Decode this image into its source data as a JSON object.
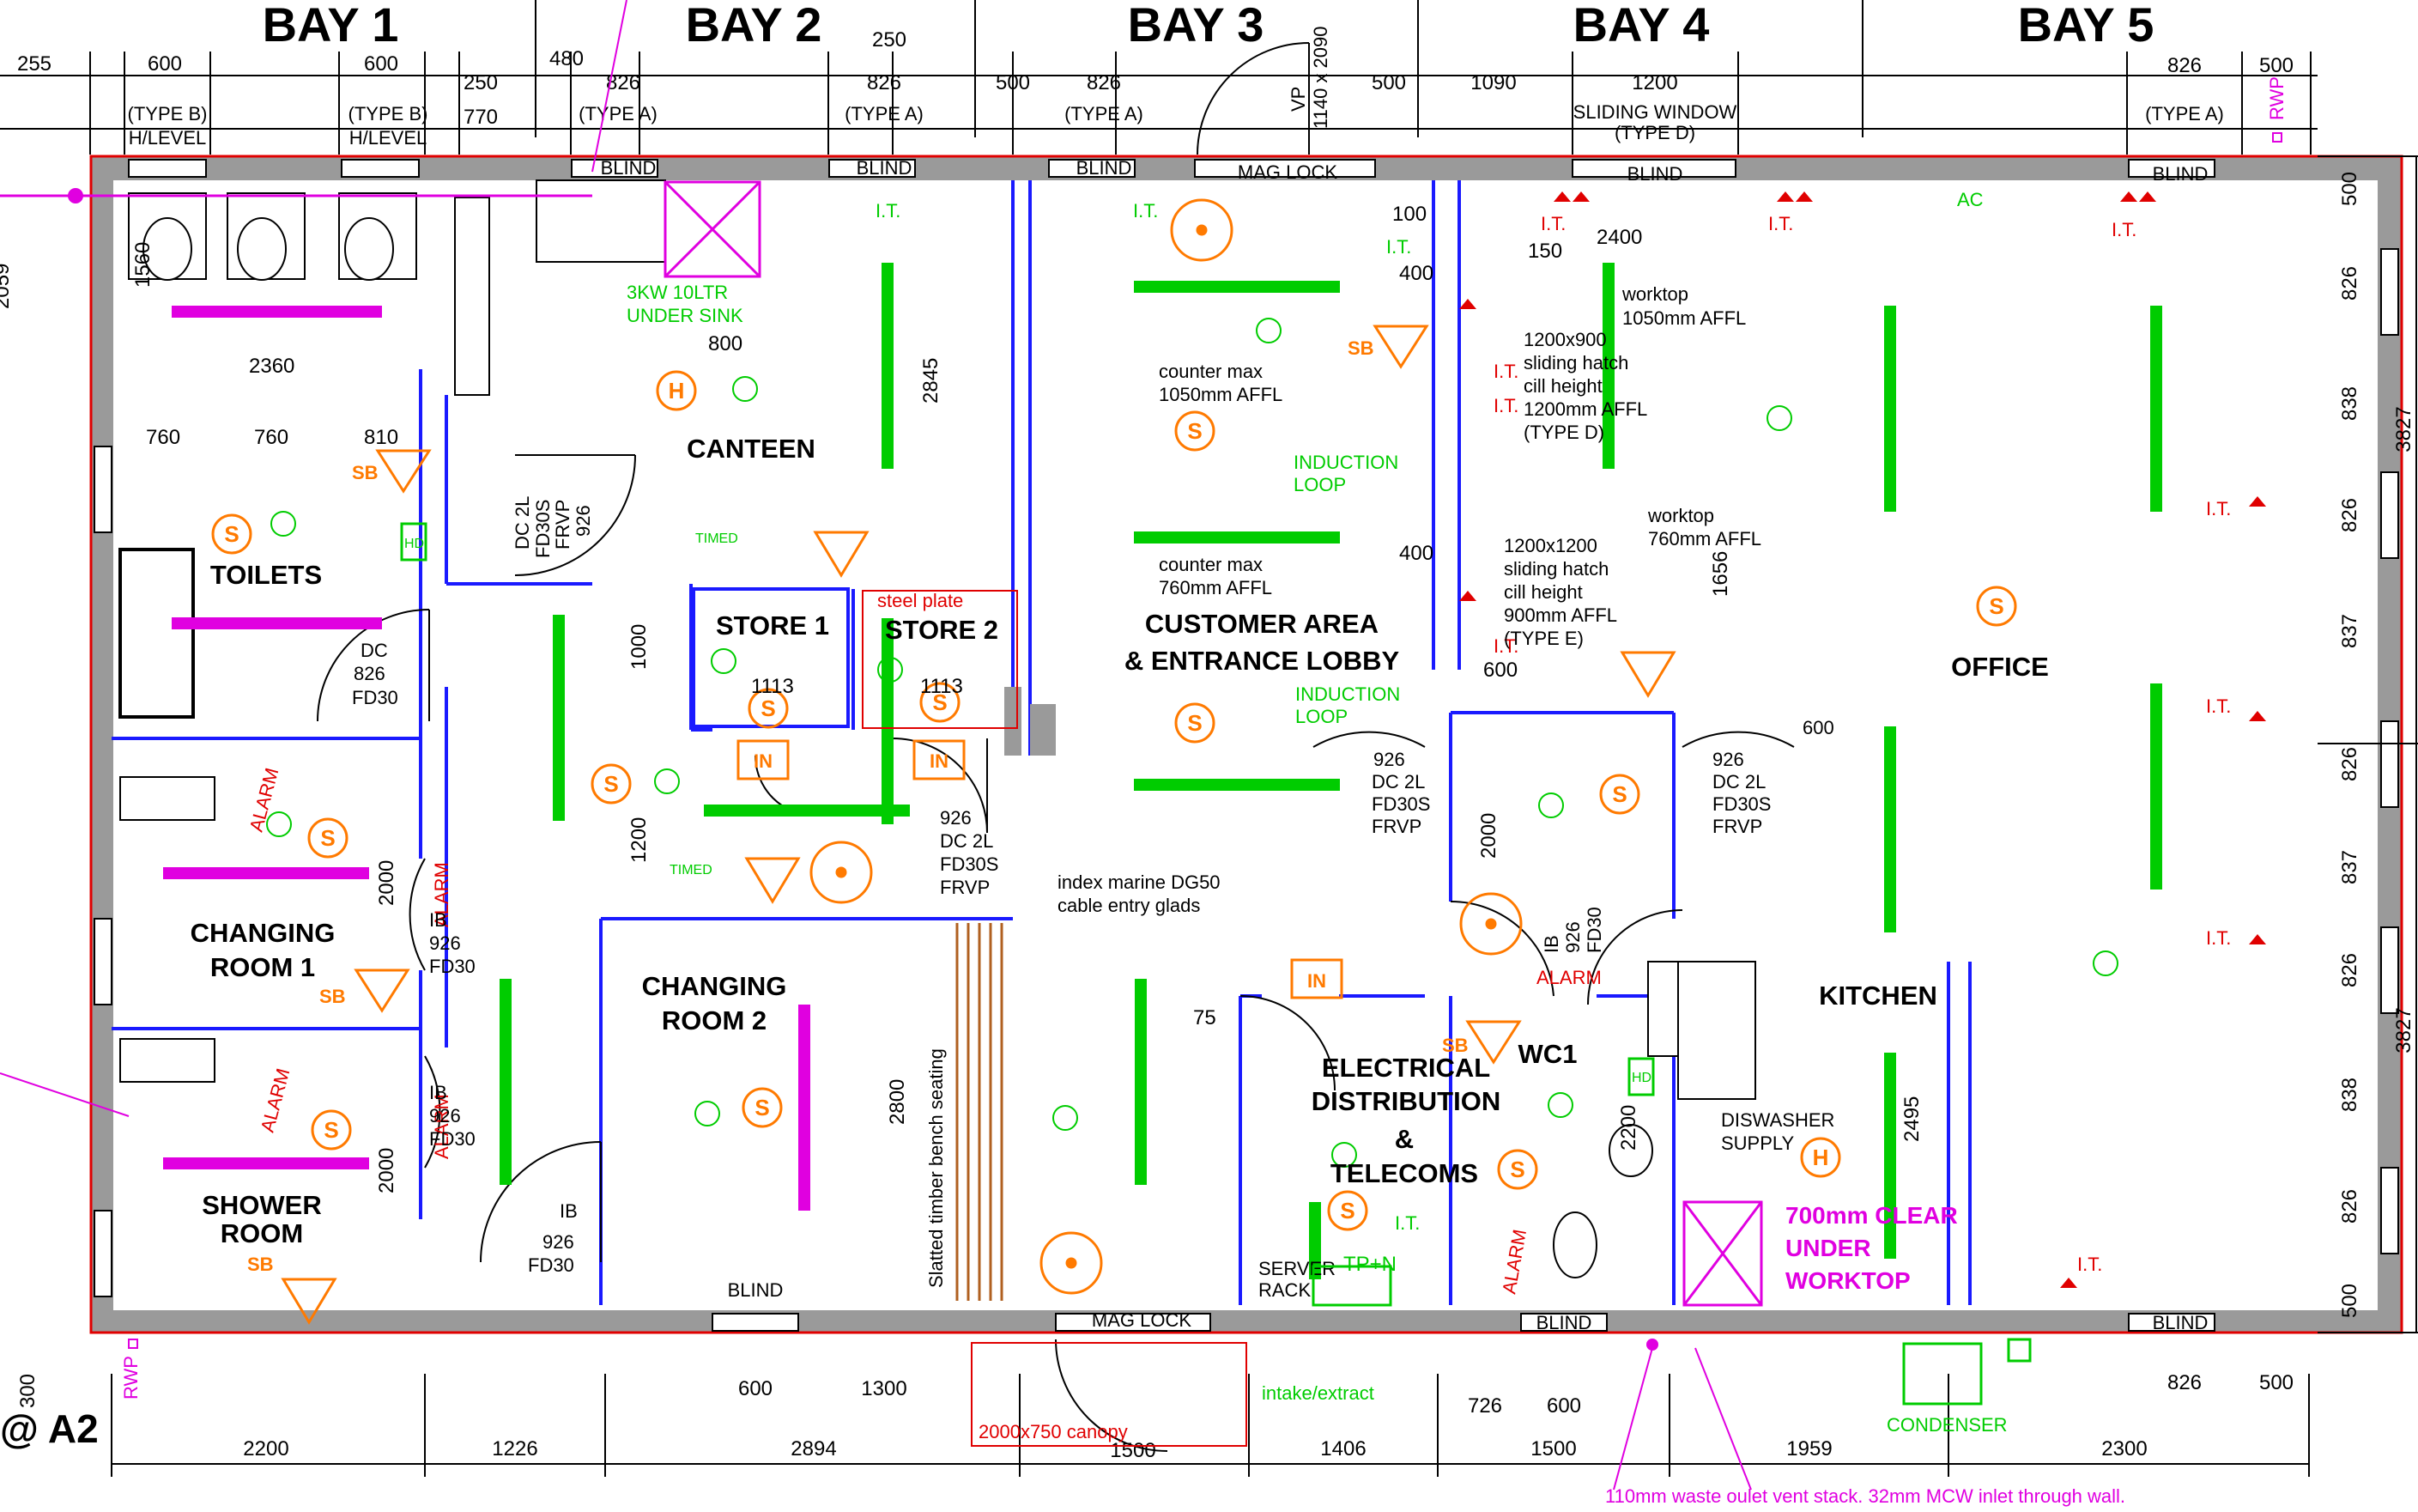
{
  "bays": [
    "BAY 1",
    "BAY 2",
    "BAY 3",
    "BAY 4",
    "BAY 5"
  ],
  "rooms": {
    "toilets": "TOILETS",
    "canteen": "CANTEEN",
    "store1": "STORE 1",
    "store2": "STORE 2",
    "customer1": "CUSTOMER AREA",
    "customer2": "& ENTRANCE LOBBY",
    "office": "OFFICE",
    "changing1a": "CHANGING",
    "changing1b": "ROOM 1",
    "changing2a": "CHANGING",
    "changing2b": "ROOM 2",
    "shower1": "SHOWER",
    "shower2": "ROOM",
    "elec1": "ELECTRICAL",
    "elec2": "DISTRIBUTION",
    "elec3": "&",
    "elec4": "TELECOMS",
    "wc1": "WC1",
    "kitchen": "KITCHEN"
  },
  "top_dims": [
    "255",
    "600",
    "600",
    "250",
    "770",
    "480",
    "826",
    "250",
    "826",
    "500",
    "826",
    "500",
    "1090",
    "1200",
    "826",
    "500"
  ],
  "top_windows": [
    "(TYPE B)",
    "H/LEVEL",
    "(TYPE B)",
    "H/LEVEL",
    "(TYPE A)",
    "(TYPE A)",
    "(TYPE A)",
    "SLIDING WINDOW",
    "(TYPE D)",
    "(TYPE A)"
  ],
  "bottom_dims": [
    "2200",
    "1226",
    "2894",
    "1500",
    "1406",
    "1500",
    "1959",
    "2300",
    "1300",
    "600",
    "726",
    "600",
    "826",
    "500",
    "300"
  ],
  "right_dims": [
    "500",
    "826",
    "838",
    "826",
    "837",
    "826",
    "837",
    "826",
    "838",
    "826",
    "500",
    "3827",
    "3827"
  ],
  "blind": "BLIND",
  "mag_lock": "MAG LOCK",
  "notes": {
    "counter1a": "counter max",
    "counter1b": "1050mm AFFL",
    "counter2a": "counter max",
    "counter2b": "760mm AFFL",
    "worktop1a": "worktop",
    "worktop1b": "1050mm AFFL",
    "worktop2a": "worktop",
    "worktop2b": "760mm AFFL",
    "hatch1a": "1200x900",
    "hatch1b": "sliding hatch",
    "hatch1c": "cill height",
    "hatch1d": "1200mm AFFL",
    "hatch1e": "(TYPE D)",
    "hatch2a": "1200x1200",
    "hatch2b": "sliding hatch",
    "hatch2c": "cill height",
    "hatch2d": "900mm AFFL",
    "hatch2e": "(TYPE E)",
    "index1": "index marine DG50",
    "index2": "cable entry glads",
    "bench": "Slatted timber bench seating",
    "steel": "steel plate",
    "canopy": "2000x750 canopy",
    "server1": "SERVER",
    "server2": "RACK",
    "tpn": "TP+N",
    "dishwasher1": "DISWASHER",
    "dishwasher2": "SUPPLY",
    "clear1": "700mm CLEAR",
    "clear2": "UNDER",
    "clear3": "WORKTOP",
    "waste": "110mm waste oulet vent stack. 32mm MCW inlet through wall.",
    "intake": "intake/extract",
    "condenser": "CONDENSER",
    "heater1": "3KW 10LTR",
    "heater2": "UNDER SINK",
    "induction": "INDUCTION",
    "loop": "LOOP",
    "timed": "TIMED",
    "alarm": "ALARM",
    "it": "I.T.",
    "a2": "@ A2",
    "rwp": "RWP",
    "d2400": "2400",
    "d150": "150",
    "d100": "100",
    "d400": "400",
    "d600": "600",
    "d2845": "2845",
    "d1000": "1000",
    "d1200": "1200",
    "d1113": "1113",
    "d1656": "1656",
    "d2000": "2000",
    "d2800": "2800",
    "d2495": "2495",
    "d2200": "2200",
    "d1560": "1560",
    "d2360": "2360",
    "d760": "760",
    "d810": "810",
    "d800": "800",
    "d75": "75",
    "d2059": "2059",
    "door_dc": "DC 2L",
    "door_fd30s": "FD30S",
    "door_frvp": "FRVP",
    "door_926": "926",
    "door_ib": "IB",
    "door_fd30": "FD30",
    "door_dc1": "DC",
    "door_826": "826",
    "vp": "VP",
    "vp_size": "1140 x 2090",
    "in": "IN",
    "s": "S",
    "h": "H",
    "sb": "SB",
    "hd": "HD",
    "ac": "AC"
  },
  "colors": {
    "wall": "#8c8c8c",
    "outline": "#e00000",
    "partition": "#1a1aff",
    "light": "#00cc00",
    "sensor": "#ff7a00",
    "magenta": "#e000e0"
  }
}
